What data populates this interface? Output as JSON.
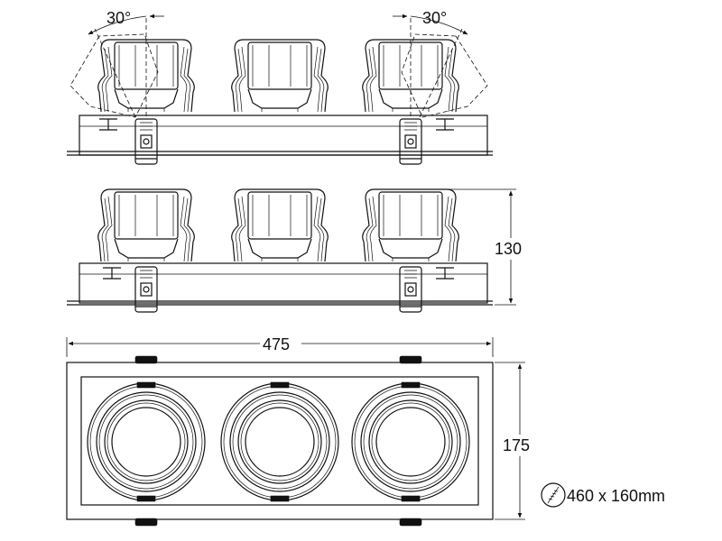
{
  "side_view": {
    "tilt_left": "30°",
    "tilt_right": "30°"
  },
  "front_view": {
    "height": "130"
  },
  "top_view": {
    "length": "475",
    "width": "175"
  },
  "cutout": {
    "icon": "cutout-saw-icon",
    "size": "460 x 160mm"
  }
}
